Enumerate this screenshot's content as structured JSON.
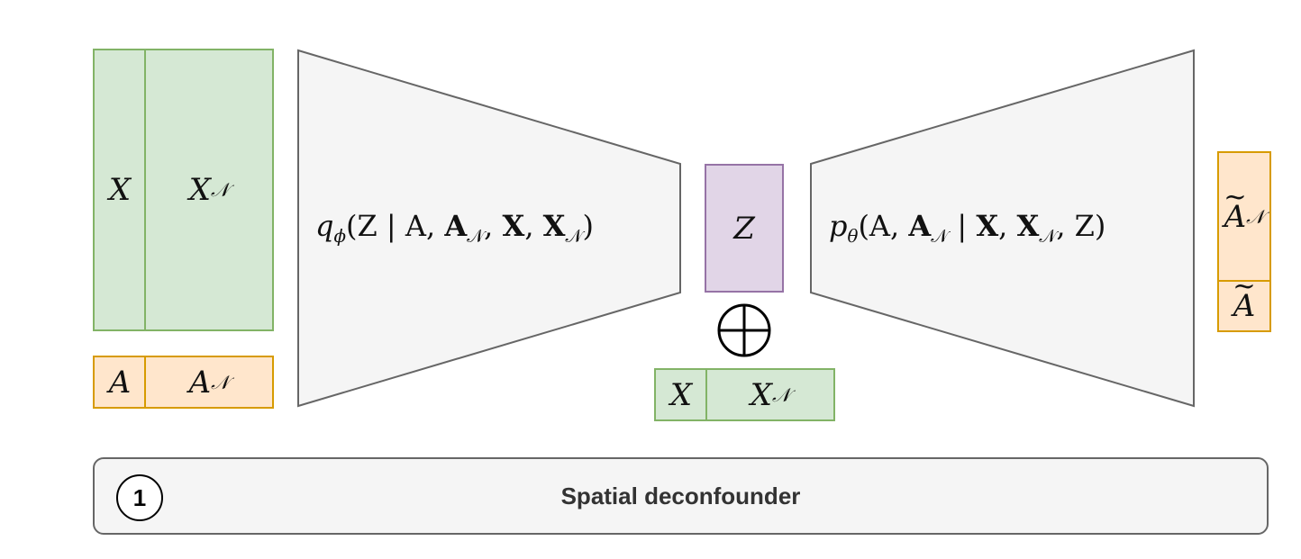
{
  "input_features": {
    "left_label": "X",
    "right_label": "X",
    "right_sub": "𝒩"
  },
  "input_treatment": {
    "left_label": "A",
    "right_label": "A",
    "right_sub": "𝒩"
  },
  "encoder": {
    "formula_q": "q",
    "formula_q_sub": "ϕ",
    "formula_body_1": "(Z | A, ",
    "formula_bold_A": "A",
    "formula_sub_1": "𝒩",
    "formula_body_2": ", ",
    "formula_bold_X1": "X",
    "formula_body_3": ", ",
    "formula_bold_X2": "X",
    "formula_sub_2": "𝒩",
    "formula_body_4": ")"
  },
  "latent": {
    "label": "Z"
  },
  "concat_symbol": "⊕",
  "concat_features": {
    "left_label": "X",
    "right_label": "X",
    "right_sub": "𝒩"
  },
  "decoder": {
    "formula_p": "p",
    "formula_p_sub": "θ",
    "formula_body_1": "(A, ",
    "formula_bold_A": "A",
    "formula_sub_1": "𝒩",
    "formula_body_2": " | ",
    "formula_bold_X1": "X",
    "formula_body_3": ", ",
    "formula_bold_X2": "X",
    "formula_sub_2": "𝒩",
    "formula_body_4": ", Z)"
  },
  "output_treatment": {
    "top_label": "A",
    "top_sub": "𝒩",
    "bottom_label": "A"
  },
  "banner": {
    "step_number": "1",
    "title": "Spatial deconfounder"
  },
  "colors": {
    "green_fill": "#d5e8d4",
    "green_stroke": "#82b366",
    "orange_fill": "#ffe6cc",
    "orange_stroke": "#d79b00",
    "purple_fill": "#e1d5e7",
    "purple_stroke": "#9673a6",
    "trapezoid_fill": "#f5f5f5",
    "trapezoid_stroke": "#666666"
  }
}
